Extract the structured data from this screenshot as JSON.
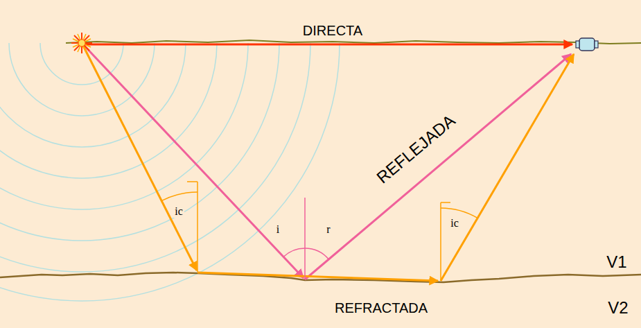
{
  "diagram": {
    "labels": [
      "DIRECTA",
      "REFLEJADA",
      "ic",
      "i",
      "r",
      "ic",
      "V1",
      "REFRACTADA",
      "V2"
    ]
  }
}
